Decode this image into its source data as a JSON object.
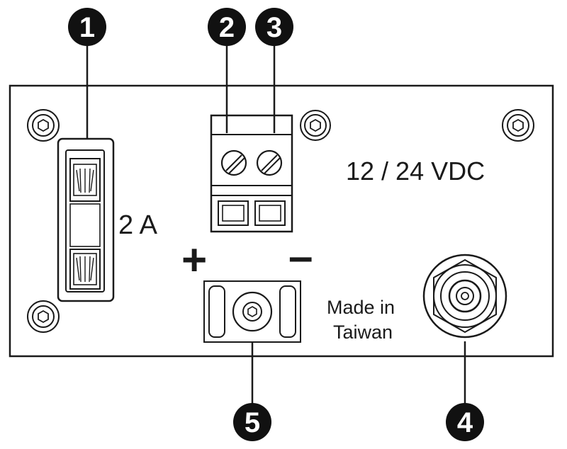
{
  "panel": {
    "fuse_rating": "2 A",
    "voltage_rating": "12 / 24 VDC",
    "origin_line1": "Made in",
    "origin_line2": "Taiwan",
    "polarity_positive": "+",
    "polarity_negative": "–"
  },
  "callouts": [
    {
      "number": "1",
      "target": "fuse-holder"
    },
    {
      "number": "2",
      "target": "terminal-screw-left"
    },
    {
      "number": "3",
      "target": "terminal-screw-right"
    },
    {
      "number": "4",
      "target": "coax-connector"
    },
    {
      "number": "5",
      "target": "ground-stud"
    }
  ],
  "colors": {
    "stroke": "#1a1a1a",
    "callout_fill": "#111111",
    "background": "#ffffff"
  }
}
